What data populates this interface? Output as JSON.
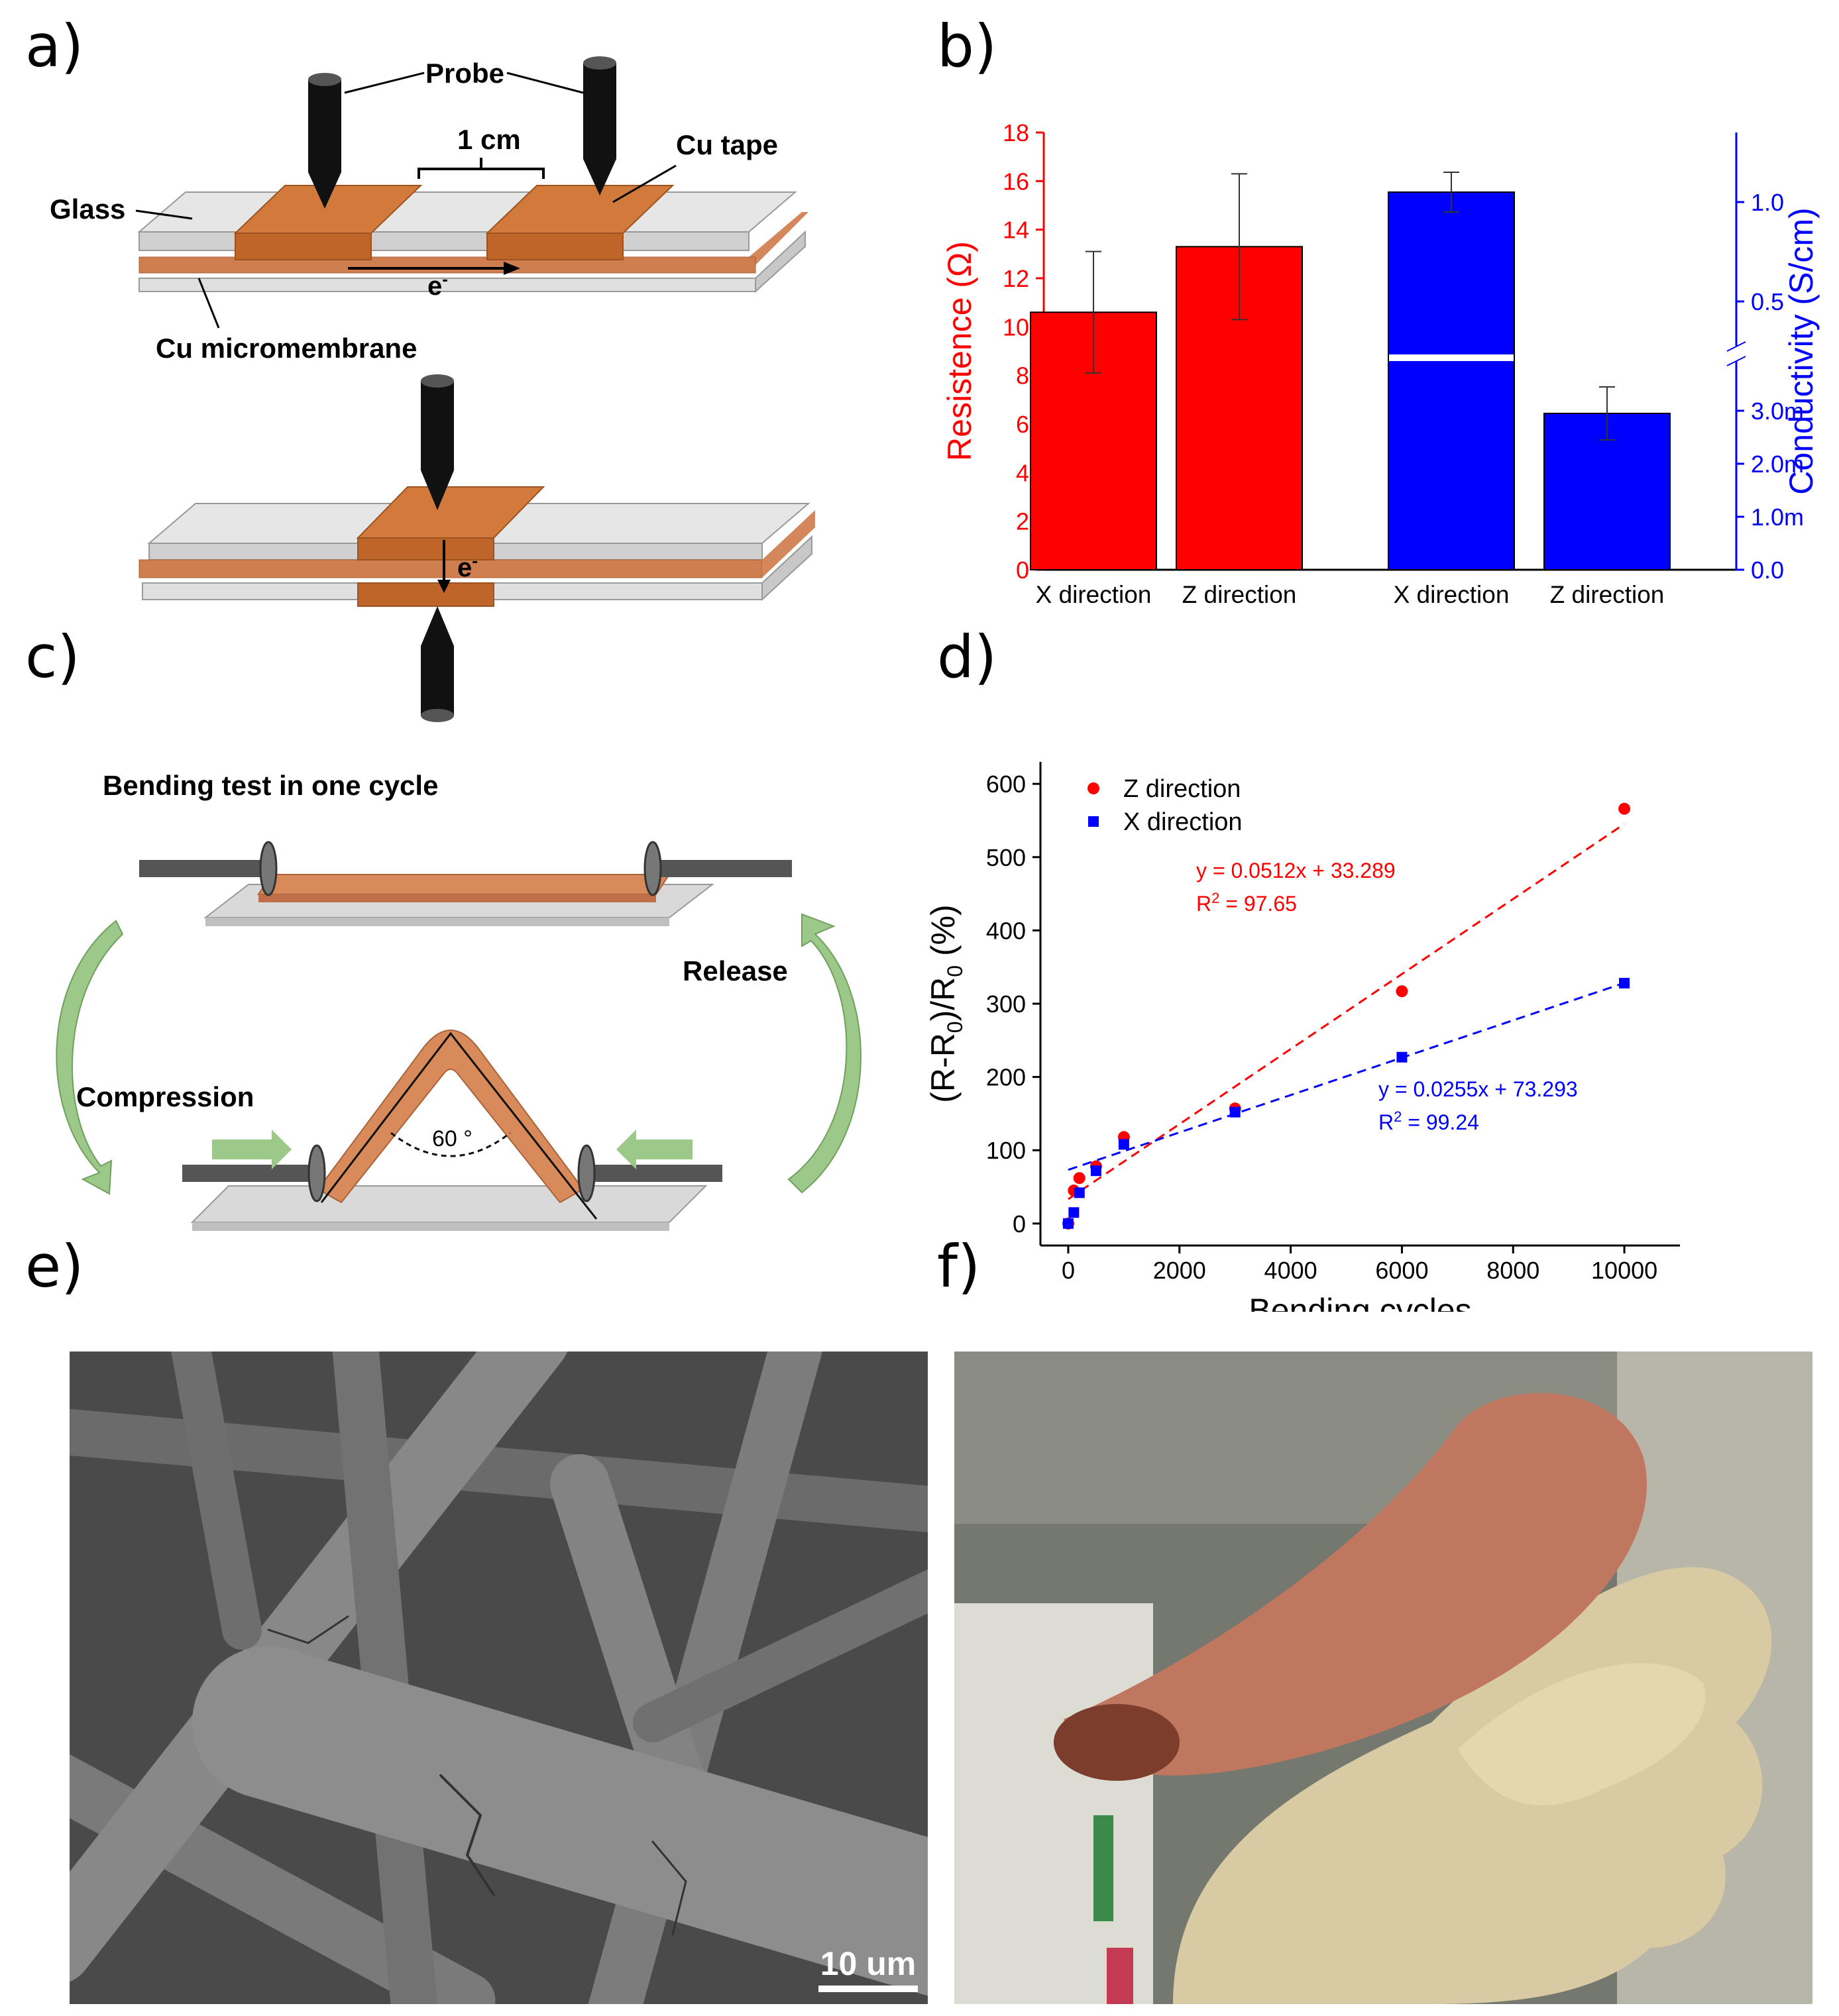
{
  "panels": {
    "a": "a)",
    "b": "b)",
    "c": "c)",
    "d": "d)",
    "e": "e)",
    "f": "f)"
  },
  "panel_a": {
    "probe": "Probe",
    "dist": "1 cm",
    "cu_tape": "Cu tape",
    "glass": "Glass",
    "electron": "e",
    "electron_sup": "-",
    "membrane": "Cu micromembrane"
  },
  "panel_c": {
    "title": "Bending test in one cycle",
    "release": "Release",
    "compression": "Compression",
    "angle": "60 °"
  },
  "panel_e": {
    "scale": "10 um"
  },
  "colors": {
    "red": "#ff0000",
    "blue": "#0000ff",
    "copper": "#c8672a",
    "glass": "#d9d9d9"
  },
  "chart_data": [
    {
      "type": "bar",
      "categories": [
        "X direction",
        "Z direction",
        "X direction",
        "Z  direction"
      ],
      "series": [
        {
          "name": "",
          "axis": "left",
          "values": [
            10.6,
            13.3,
            null,
            null
          ],
          "errors": [
            2.5,
            3.0,
            null,
            null
          ],
          "color": "#ff0000"
        },
        {
          "name": "",
          "axis": "right",
          "values": [
            null,
            null,
            1.05,
            0.00295
          ],
          "errors": [
            null,
            null,
            0.1,
            0.0005
          ],
          "color": "#0000ff"
        }
      ],
      "ylabel_left": "Resistence (Ω)",
      "ylim_left": [
        0,
        18
      ],
      "yticks_left": [
        "0",
        "2",
        "4",
        "6",
        "8",
        "10",
        "12",
        "14",
        "16",
        "18"
      ],
      "ylabel_right": "Conductivity (S/cm)",
      "yticks_right_low": [
        "0.0",
        "1.0m",
        "2.0m",
        "3.0m"
      ],
      "yticks_right_high": [
        "0.5",
        "1.0"
      ],
      "right_axis_broken": true
    },
    {
      "type": "scatter",
      "xlabel": "Bending cycles",
      "ylabel": "(R-R0)/R0 (%)",
      "xlim": [
        -500,
        11000
      ],
      "ylim": [
        -30,
        630
      ],
      "xticks": [
        "0",
        "2000",
        "4000",
        "6000",
        "8000",
        "10000"
      ],
      "yticks": [
        "0",
        "100",
        "200",
        "300",
        "400",
        "500",
        "600"
      ],
      "series": [
        {
          "name": "Z direction",
          "marker": "circle",
          "color": "#ff0000",
          "x": [
            0,
            100,
            200,
            500,
            1000,
            3000,
            6000,
            10000
          ],
          "y": [
            0,
            45,
            62,
            78,
            118,
            157,
            317,
            566
          ],
          "fit": {
            "label": "y = 0.0512x + 33.289",
            "r2": "97.65",
            "slope": 0.0512,
            "intercept": 33.289,
            "xrange": [
              0,
              10000
            ]
          }
        },
        {
          "name": "X direction",
          "marker": "square",
          "color": "#0000ff",
          "x": [
            0,
            100,
            200,
            500,
            1000,
            3000,
            6000,
            10000
          ],
          "y": [
            0,
            15,
            42,
            72,
            108,
            152,
            227,
            328
          ],
          "fit": {
            "label": "y = 0.0255x + 73.293",
            "r2": "99.24",
            "slope": 0.0255,
            "intercept": 73.293,
            "xrange": [
              0,
              10000
            ]
          }
        }
      ]
    }
  ]
}
